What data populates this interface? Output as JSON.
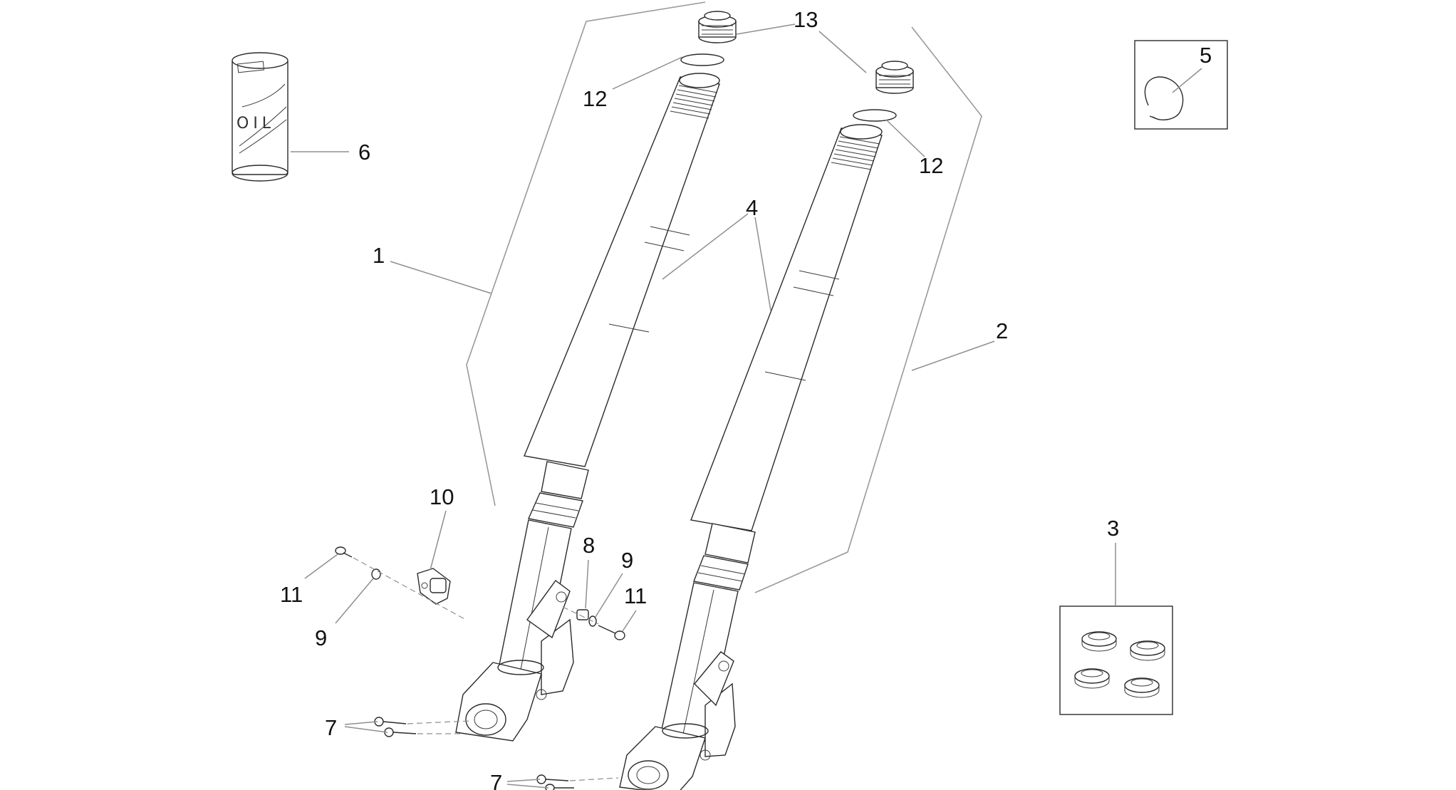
{
  "callouts": {
    "c1": "1",
    "c2": "2",
    "c3": "3",
    "c4": "4",
    "c5": "5",
    "c6": "6",
    "c7a": "7",
    "c7b": "7",
    "c8": "8",
    "c9a": "9",
    "c9b": "9",
    "c10": "10",
    "c11a": "11",
    "c11b": "11",
    "c12a": "12",
    "c12b": "12",
    "c13": "13"
  },
  "oil_can": {
    "label": "OIL"
  },
  "colors": {
    "line": "#2b2b2b",
    "leader": "#8f8f8f",
    "background": "#ffffff"
  }
}
